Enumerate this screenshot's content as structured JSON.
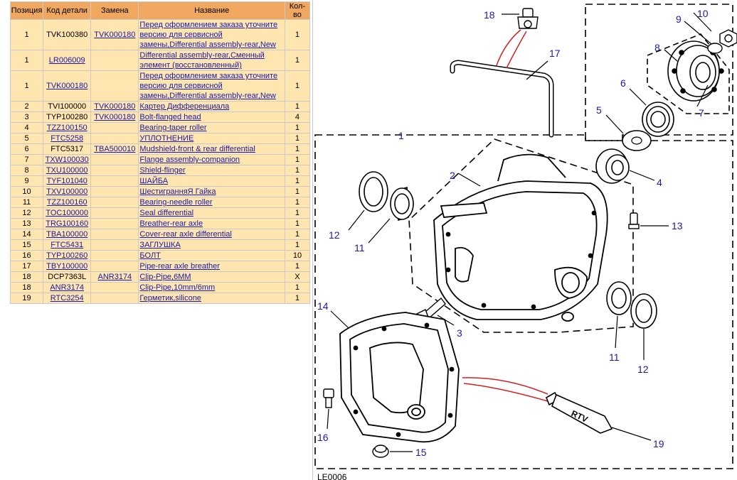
{
  "table": {
    "headers": [
      "Позиция",
      "Код детали",
      "Замена",
      "Название",
      "Кол-во"
    ],
    "rows": [
      {
        "pos": "1",
        "code": "TVK100380",
        "code_link": false,
        "replacement": "TVK000180",
        "name": "Перед оформлением заказа уточните версию для сервисной замены,Differential assembly-rear,New",
        "qty": "1"
      },
      {
        "pos": "1",
        "code": "LR006009",
        "code_link": true,
        "replacement": "",
        "name": "Differential assembly-rear,Сменный элемент (восстановленный)",
        "qty": "1"
      },
      {
        "pos": "1",
        "code": "TVK000180",
        "code_link": true,
        "replacement": "",
        "name": "Перед оформлением заказа уточните версию для сервисной замены,Differential assembly-rear,New",
        "qty": "1"
      },
      {
        "pos": "2",
        "code": "TVI100000",
        "code_link": false,
        "replacement": "TVK000180",
        "name": "Картер Дифференциала",
        "qty": "1"
      },
      {
        "pos": "3",
        "code": "TYP100280",
        "code_link": false,
        "replacement": "TVK000180",
        "name": "Bolt-flanged head",
        "qty": "4"
      },
      {
        "pos": "4",
        "code": "TZZ100150",
        "code_link": true,
        "replacement": "",
        "name": "Bearing-taper roller",
        "qty": "1"
      },
      {
        "pos": "5",
        "code": "FTC5258",
        "code_link": true,
        "replacement": "",
        "name": "УПЛОТНЕНИЕ",
        "qty": "1"
      },
      {
        "pos": "6",
        "code": "FTC5317",
        "code_link": false,
        "replacement": "TBA500010",
        "name": "Mudshield-front & rear differential",
        "qty": "1"
      },
      {
        "pos": "7",
        "code": "TXW100030",
        "code_link": true,
        "replacement": "",
        "name": "Flange assembly-companion",
        "qty": "1"
      },
      {
        "pos": "8",
        "code": "TXU100000",
        "code_link": true,
        "replacement": "",
        "name": "Shield-flinger",
        "qty": "1"
      },
      {
        "pos": "9",
        "code": "TYF101040",
        "code_link": true,
        "replacement": "",
        "name": "ШАЙБА",
        "qty": "1"
      },
      {
        "pos": "10",
        "code": "TXV100000",
        "code_link": true,
        "replacement": "",
        "name": "ШестигранняЯ Гайка",
        "qty": "1"
      },
      {
        "pos": "11",
        "code": "TZZ100160",
        "code_link": true,
        "replacement": "",
        "name": "Bearing-needle roller",
        "qty": "1"
      },
      {
        "pos": "12",
        "code": "TOC100000",
        "code_link": true,
        "replacement": "",
        "name": "Seal differential",
        "qty": "1"
      },
      {
        "pos": "13",
        "code": "TRG100160",
        "code_link": true,
        "replacement": "",
        "name": "Breather-rear axle",
        "qty": "1"
      },
      {
        "pos": "14",
        "code": "TBA100000",
        "code_link": true,
        "replacement": "",
        "name": "Cover-rear axle differential",
        "qty": "1"
      },
      {
        "pos": "15",
        "code": "FTC5431",
        "code_link": true,
        "replacement": "",
        "name": "ЗАГЛУШКА",
        "qty": "1"
      },
      {
        "pos": "16",
        "code": "TYP100260",
        "code_link": true,
        "replacement": "",
        "name": "БОЛТ",
        "qty": "10"
      },
      {
        "pos": "17",
        "code": "TBY100000",
        "code_link": true,
        "replacement": "",
        "name": "Pipe-rear axle breather",
        "qty": "1"
      },
      {
        "pos": "18",
        "code": "DCP7363L",
        "code_link": false,
        "replacement": "ANR3174",
        "name": "Clip-Pipe,6MM",
        "qty": "X"
      },
      {
        "pos": "18",
        "code": "ANR3174",
        "code_link": true,
        "replacement": "",
        "name": "Clip-Pipe,10mm/6mm",
        "qty": "1"
      },
      {
        "pos": "19",
        "code": "RTC3254",
        "code_link": true,
        "replacement": "",
        "name": "Герметик,silicone",
        "qty": "1"
      }
    ]
  },
  "diagram": {
    "callouts": [
      "1",
      "2",
      "3",
      "4",
      "5",
      "6",
      "7",
      "8",
      "9",
      "10",
      "11",
      "12",
      "13",
      "14",
      "15",
      "16",
      "17",
      "18",
      "11",
      "12",
      "19"
    ],
    "tube_text": "RTV",
    "drawing_code": "LE0006"
  },
  "colors": {
    "header_bg": "#f0a860",
    "row_bg": "#ffe5b0",
    "link": "#1a1aa6",
    "callout": "#1a1aa6",
    "accent_line": "#d42020"
  }
}
